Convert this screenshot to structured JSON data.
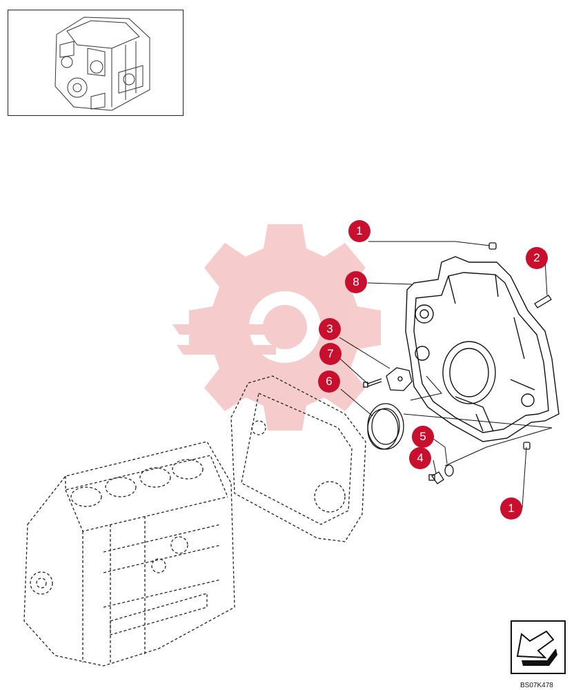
{
  "diagram": {
    "callouts": [
      {
        "label": "1",
        "part": "dowel-pin-top"
      },
      {
        "label": "2",
        "part": "screw"
      },
      {
        "label": "8",
        "part": "flywheel-housing"
      },
      {
        "label": "3",
        "part": "cover-plate"
      },
      {
        "label": "7",
        "part": "cover-screw"
      },
      {
        "label": "6",
        "part": "rear-oil-seal"
      },
      {
        "label": "5",
        "part": "sealing-washer"
      },
      {
        "label": "4",
        "part": "plug"
      },
      {
        "label": "1",
        "part": "dowel-pin-bottom"
      }
    ],
    "reference_code": "BS07K478",
    "callout_color": "#c8102e",
    "watermark_color": "#f4c3c3"
  }
}
